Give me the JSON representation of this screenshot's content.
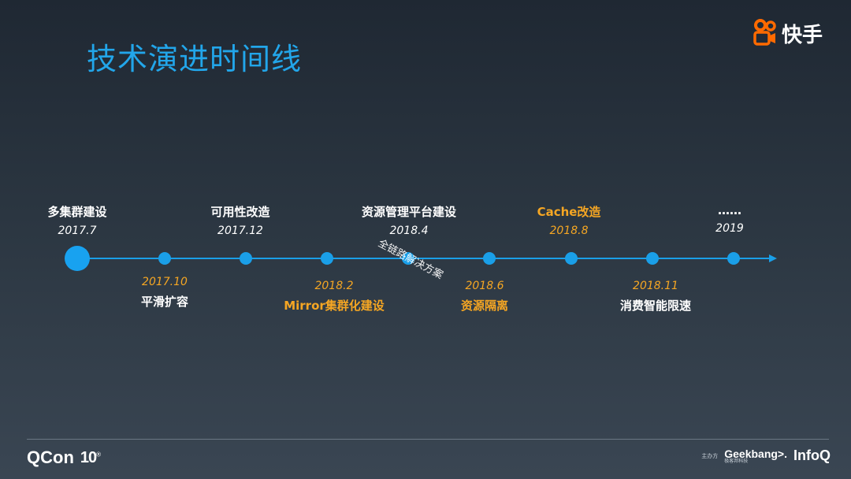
{
  "slide": {
    "title": "技术演进时间线"
  },
  "brand": {
    "name": "快手",
    "logo_icon": "kuaishou-camera-icon",
    "color": "#ff6a00"
  },
  "timeline": {
    "line_color": "#1a9fe8",
    "highlight_color": "#f5a623",
    "top_events": [
      {
        "name": "多集群建设",
        "date": "2017.7",
        "highlight": false
      },
      {
        "name": "可用性改造",
        "date": "2017.12",
        "highlight": false
      },
      {
        "name": "资源管理平台建设",
        "date": "2018.4",
        "highlight": false
      },
      {
        "name": "Cache改造",
        "date": "2018.8",
        "highlight": true
      },
      {
        "name": "……",
        "date": "2019",
        "highlight": false
      }
    ],
    "bottom_events": [
      {
        "name": "平滑扩容",
        "date": "2017.10"
      },
      {
        "name": "Mirror集群化建设",
        "date": "2018.2"
      },
      {
        "name": "资源隔离",
        "date": "2018.6"
      },
      {
        "name": "消费智能限速",
        "date": "2018.11"
      }
    ],
    "annotation": "全链路解决方案"
  },
  "footer": {
    "conference": "QCon",
    "edition": "10",
    "host_label": "主办方",
    "organizer": "Geekbang>.",
    "organizer_sub": "极客邦科技",
    "partner": "InfoQ"
  }
}
